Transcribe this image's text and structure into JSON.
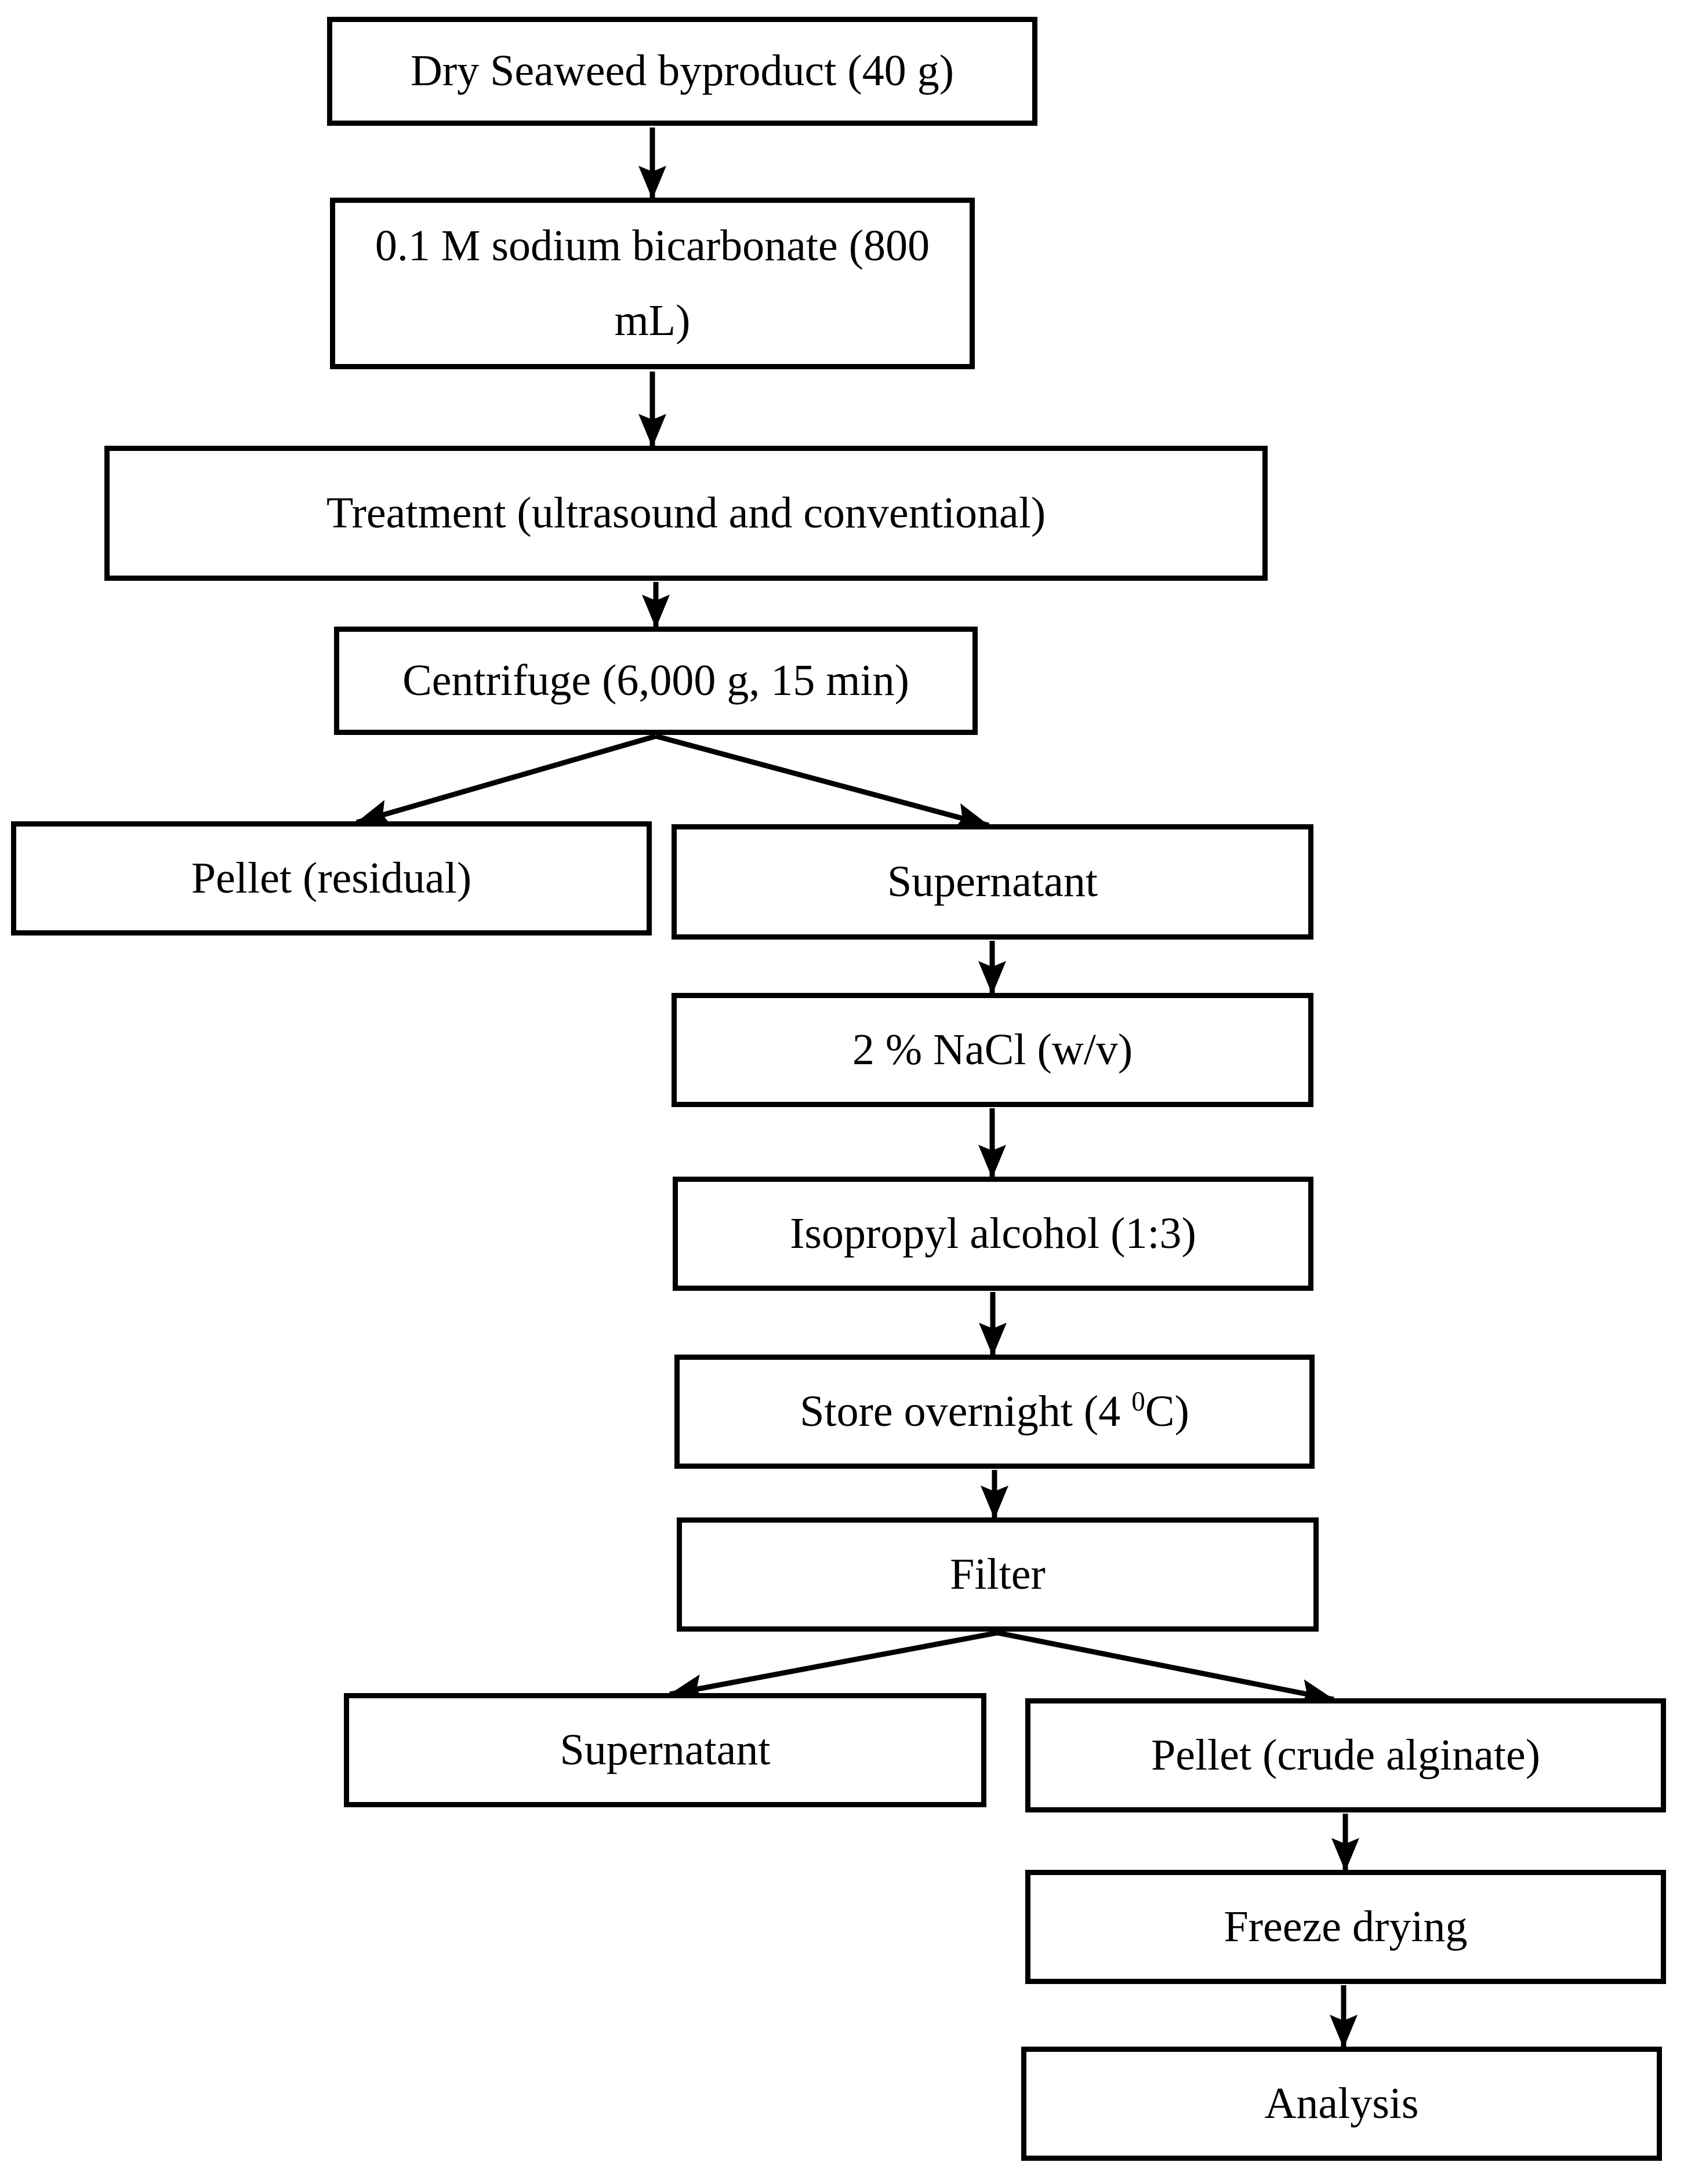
{
  "figure": {
    "type": "flowchart",
    "colors": {
      "line": "#000000",
      "text": "#000000",
      "background": "#ffffff"
    },
    "nodes": [
      {
        "id": "dry-seaweed",
        "label": "Dry Seaweed byproduct (40 g)"
      },
      {
        "id": "sodium-bicarbonate",
        "label": "0.1 M sodium bicarbonate (800 mL)"
      },
      {
        "id": "treatment",
        "label": "Treatment (ultrasound and conventional)"
      },
      {
        "id": "centrifuge",
        "label": "Centrifuge (6,000 g, 15 min)"
      },
      {
        "id": "pellet-residual",
        "label": "Pellet (residual)"
      },
      {
        "id": "supernatant-1",
        "label": "Supernatant"
      },
      {
        "id": "nacl",
        "label": "2 % NaCl (w/v)"
      },
      {
        "id": "isopropyl-alcohol",
        "label": "Isopropyl alcohol (1:3)"
      },
      {
        "id": "store-overnight",
        "label_pre": "Store overnight (4 ",
        "label_sup": "0",
        "label_post": "C)"
      },
      {
        "id": "filter",
        "label": "Filter"
      },
      {
        "id": "supernatant-2",
        "label": "Supernatant"
      },
      {
        "id": "pellet-crude",
        "label": "Pellet (crude alginate)"
      },
      {
        "id": "freeze-drying",
        "label": "Freeze drying"
      },
      {
        "id": "analysis",
        "label": "Analysis"
      }
    ],
    "edges": [
      {
        "from": "dry-seaweed",
        "to": "sodium-bicarbonate"
      },
      {
        "from": "sodium-bicarbonate",
        "to": "treatment"
      },
      {
        "from": "treatment",
        "to": "centrifuge"
      },
      {
        "from": "centrifuge",
        "to": "pellet-residual"
      },
      {
        "from": "centrifuge",
        "to": "supernatant-1"
      },
      {
        "from": "supernatant-1",
        "to": "nacl"
      },
      {
        "from": "nacl",
        "to": "isopropyl-alcohol"
      },
      {
        "from": "isopropyl-alcohol",
        "to": "store-overnight"
      },
      {
        "from": "store-overnight",
        "to": "filter"
      },
      {
        "from": "filter",
        "to": "supernatant-2"
      },
      {
        "from": "filter",
        "to": "pellet-crude"
      },
      {
        "from": "pellet-crude",
        "to": "freeze-drying"
      },
      {
        "from": "freeze-drying",
        "to": "analysis"
      }
    ]
  }
}
